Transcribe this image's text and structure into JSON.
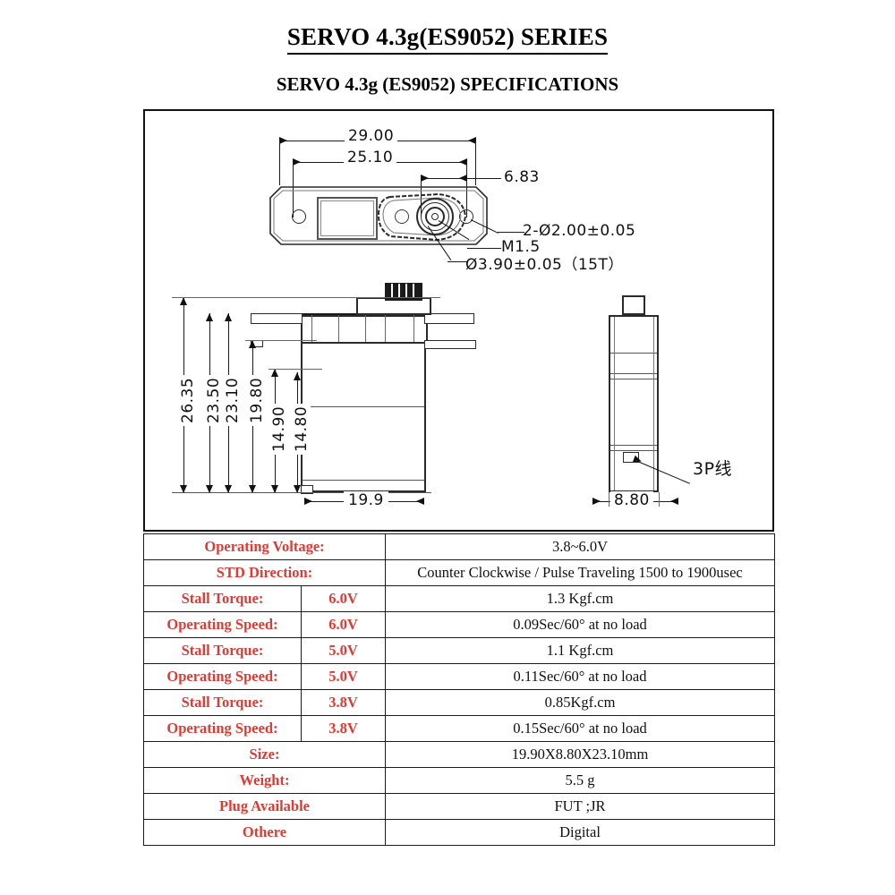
{
  "headings": {
    "main_title": "SERVO 4.3g(ES9052) SERIES",
    "sub_title": "SERVO 4.3g (ES9052) SPECIFICATIONS"
  },
  "drawing": {
    "top_view": {
      "dims": {
        "overall_width": "29.00",
        "mount_hole_span": "25.10",
        "shaft_to_hole": "6.83"
      },
      "callouts": {
        "mount_holes": "2-Ø2.00±0.05",
        "thread": "M1.5",
        "spline": "Ø3.90±0.05（15T）"
      }
    },
    "side_view": {
      "heights": [
        "26.35",
        "23.50",
        "23.10",
        "19.80",
        "14.90",
        "14.80"
      ],
      "width": "19.9"
    },
    "end_view": {
      "width": "8.80",
      "cable_label": "3P线"
    }
  },
  "table": {
    "rows": [
      {
        "label": "Operating Voltage:",
        "volt": null,
        "value": "3.8~6.0V"
      },
      {
        "label": "STD  Direction:",
        "volt": null,
        "value": "Counter Clockwise / Pulse Traveling 1500 to 1900usec"
      },
      {
        "label": "Stall  Torque:",
        "volt": "6.0V",
        "value": "1.3 Kgf.cm"
      },
      {
        "label": "Operating Speed:",
        "volt": "6.0V",
        "value": "0.09Sec/60° at no load"
      },
      {
        "label": "Stall  Torque:",
        "volt": "5.0V",
        "value": "1.1 Kgf.cm"
      },
      {
        "label": "Operating Speed:",
        "volt": "5.0V",
        "value": "0.11Sec/60° at no load"
      },
      {
        "label": "Stall  Torque:",
        "volt": "3.8V",
        "value": "0.85Kgf.cm"
      },
      {
        "label": "Operating Speed:",
        "volt": "3.8V",
        "value": "0.15Sec/60° at no load"
      },
      {
        "label": "Size:",
        "volt": null,
        "value": "19.90X8.80X23.10mm"
      },
      {
        "label": "Weight:",
        "volt": null,
        "value": "5.5 g"
      },
      {
        "label": "Plug   Available",
        "volt": null,
        "value": "FUT ;JR"
      },
      {
        "label": "Othere",
        "volt": null,
        "value": "Digital"
      }
    ]
  },
  "colors": {
    "label_red": "#e03a34",
    "ink": "#111111"
  }
}
